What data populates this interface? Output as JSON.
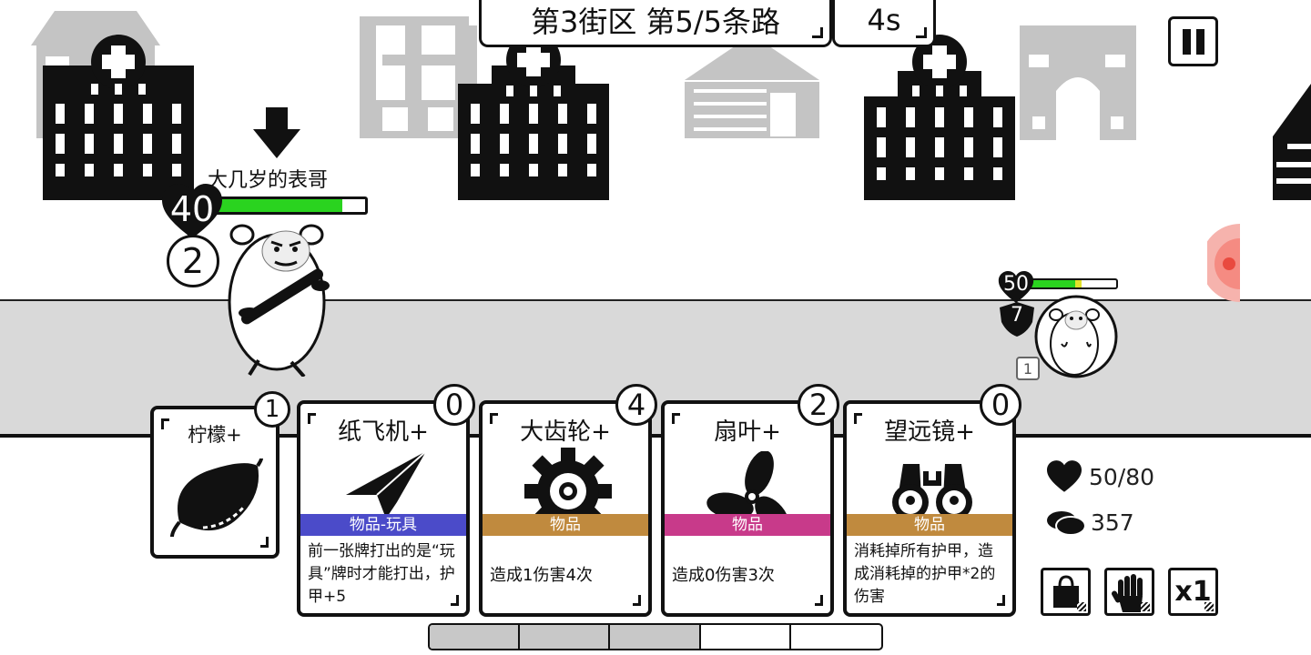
{
  "header": {
    "level_title": "第3街区 第5/5条路",
    "timer": "4s"
  },
  "enemy": {
    "name": "大几岁的表哥",
    "hp": "40",
    "hp_fraction": 0.85,
    "intent_value": "2",
    "intent_icon": "down-arrow-icon"
  },
  "player": {
    "hp": "50",
    "hp_fraction": 0.6,
    "armor": "7",
    "level": "1"
  },
  "cards": [
    {
      "name": "柠檬+",
      "cost": "1",
      "icon": "lemon-icon",
      "type": "",
      "type_color": "",
      "desc": ""
    },
    {
      "name": "纸飞机+",
      "cost": "0",
      "icon": "paper-plane-icon",
      "type": "物品-玩具",
      "type_color": "#4b4bc9",
      "desc": "前一张牌打出的是“玩具”牌时才能打出，护甲+5"
    },
    {
      "name": "大齿轮+",
      "cost": "4",
      "icon": "gear-icon",
      "type": "物品",
      "type_color": "#c08a3e",
      "desc": "造成1伤害4次"
    },
    {
      "name": "扇叶+",
      "cost": "2",
      "icon": "fan-icon",
      "type": "物品",
      "type_color": "#c83a8a",
      "desc": "造成0伤害3次"
    },
    {
      "name": "望远镜+",
      "cost": "0",
      "icon": "binoculars-icon",
      "type": "物品",
      "type_color": "#c08a3e",
      "desc": "消耗掉所有护甲，造成消耗掉的护甲*2的伤害"
    }
  ],
  "stats": {
    "hp": "50/80",
    "coins": "357"
  },
  "buttons": {
    "speed": "x1"
  },
  "energy": {
    "filled": 3,
    "total": 5
  }
}
